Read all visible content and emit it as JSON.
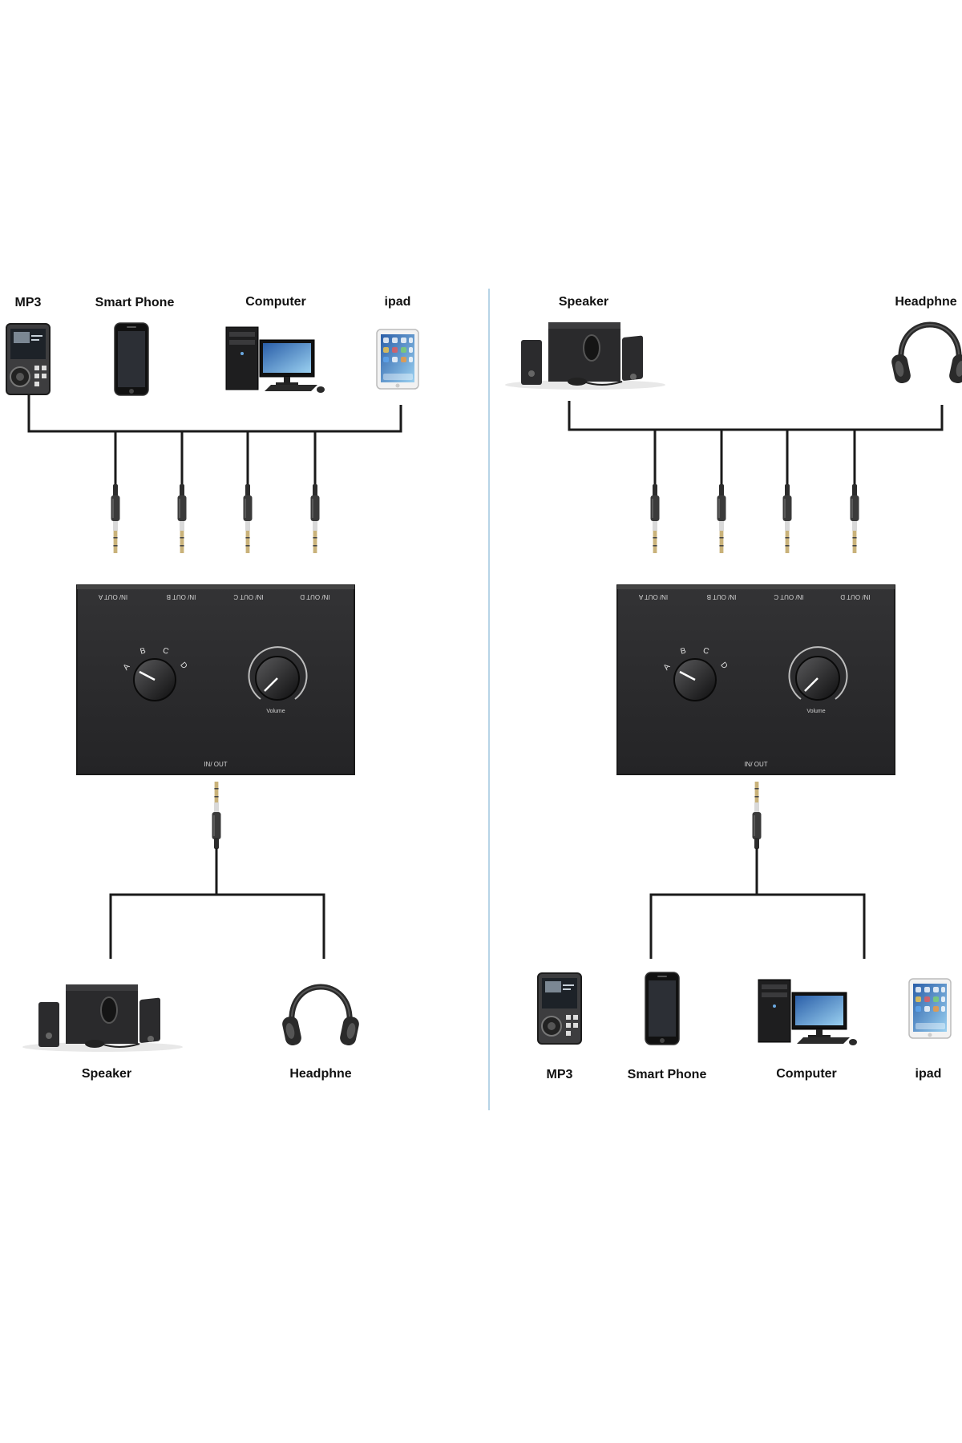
{
  "left_panel": {
    "top_devices": [
      {
        "label": "MP3",
        "icon": "mp3-player-icon"
      },
      {
        "label": "Smart Phone",
        "icon": "smartphone-icon"
      },
      {
        "label": "Computer",
        "icon": "desktop-computer-icon"
      },
      {
        "label": "ipad",
        "icon": "tablet-icon"
      }
    ],
    "switch_box": {
      "ports": [
        "IN/ OUT A",
        "IN/ OUT B",
        "IN/ OUT C",
        "IN/ OUT D"
      ],
      "selector_letters": [
        "A",
        "B",
        "C",
        "D"
      ],
      "volume_label": "Volume",
      "bottom_port": "IN/ OUT"
    },
    "bottom_devices": [
      {
        "label": "Speaker",
        "icon": "speaker-system-icon"
      },
      {
        "label": "Headphne",
        "icon": "headphones-icon"
      }
    ]
  },
  "right_panel": {
    "top_devices": [
      {
        "label": "Speaker",
        "icon": "speaker-system-icon"
      },
      {
        "label": "Headphne",
        "icon": "headphones-icon"
      }
    ],
    "switch_box": {
      "ports": [
        "IN/ OUT A",
        "IN/ OUT B",
        "IN/ OUT C",
        "IN/ OUT D"
      ],
      "selector_letters": [
        "A",
        "B",
        "C",
        "D"
      ],
      "volume_label": "Volume",
      "bottom_port": "IN/ OUT"
    },
    "bottom_devices": [
      {
        "label": "MP3",
        "icon": "mp3-player-icon"
      },
      {
        "label": "Smart Phone",
        "icon": "smartphone-icon"
      },
      {
        "label": "Computer",
        "icon": "desktop-computer-icon"
      },
      {
        "label": "ipad",
        "icon": "tablet-icon"
      }
    ]
  },
  "colors": {
    "box": "#2b2b2d",
    "wire": "#1a1a1a",
    "divider": "#9fc6dd",
    "plug_gold": "#c9b27a"
  }
}
